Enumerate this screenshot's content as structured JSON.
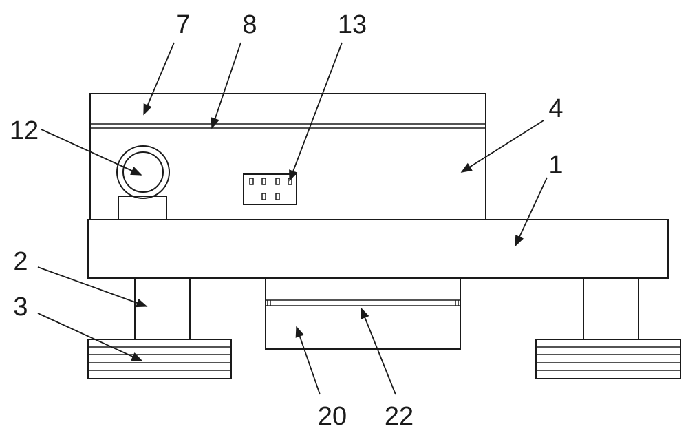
{
  "callouts": {
    "c1": "1",
    "c2": "2",
    "c3": "3",
    "c4": "4",
    "c7": "7",
    "c8": "8",
    "c12": "12",
    "c13": "13",
    "c20": "20",
    "c22": "22"
  },
  "colors": {
    "line": "#1a1a1a",
    "background": "#ffffff"
  }
}
